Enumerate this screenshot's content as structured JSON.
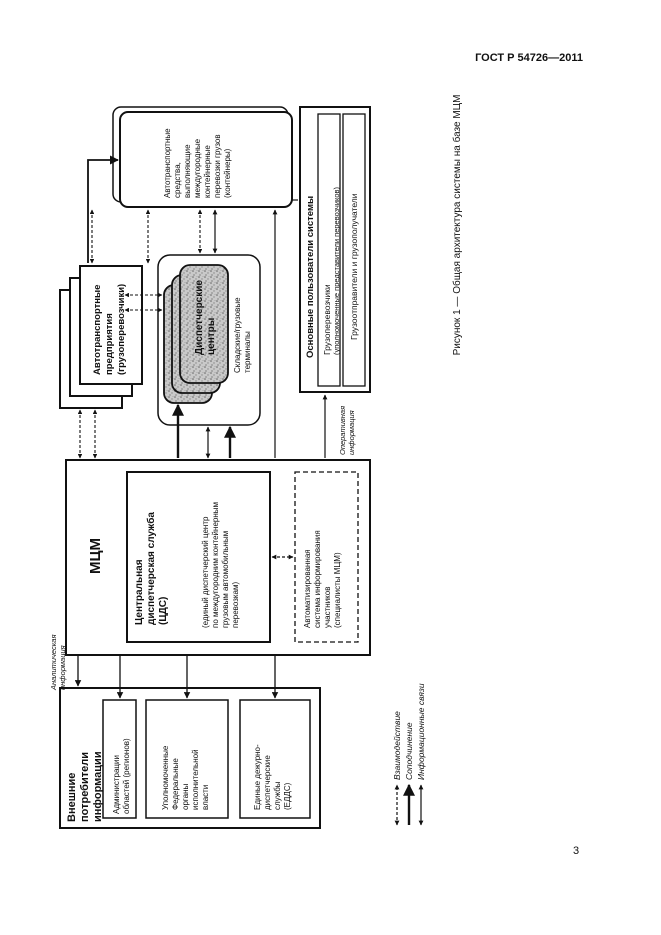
{
  "header": {
    "standard": "ГОСТ Р 54726—2011"
  },
  "caption": "Рисунок 1 — Общая архитектура системы на базе МЦМ",
  "page_number": "3",
  "diagram": {
    "ext": {
      "title": [
        "Внешние",
        "потребители",
        "информации"
      ],
      "admin": [
        "Администрации",
        "областей (регионов)"
      ],
      "federal": [
        "Уполномоченные",
        "Федеральные",
        "органы",
        "исполнительной",
        "власти"
      ],
      "edds": [
        "Единые дежурно-",
        "диспетчерские",
        "службы",
        "(ЕДДС)"
      ]
    },
    "mcm": {
      "title": "МЦМ",
      "cds_title": [
        "Центральная",
        "диспетчерская служба",
        "(ЦДС)"
      ],
      "cds_desc": [
        "(единый диспетчерский центр",
        "по междугородним контейнерным",
        "грузовым автомобильным",
        "перевозкам)"
      ],
      "asip": [
        "Автоматизированная",
        "система информирования",
        "участников",
        "(специалисты МЦМ)"
      ]
    },
    "analytic_info": [
      "Аналитическая",
      "информация"
    ],
    "operative_info": [
      "Оперативная",
      "информация"
    ],
    "ate": [
      "Автотранспортные",
      "предприятия",
      "(грузоперевозчики)"
    ],
    "dispatch": [
      "Диспетчерские",
      "центры"
    ],
    "warehouses": [
      "Складские/грузовые",
      "терминалы"
    ],
    "vehicles": [
      "Автотранспортные",
      "средства,",
      "выполняющие",
      "междугородные",
      "контейнерные",
      "перевозки грузов",
      "(контейнеры)"
    ],
    "users": {
      "title": "Основные пользователи системы",
      "carriers": [
        "Грузоперевозчики",
        "(уполномоченные представители перевозчиков)"
      ],
      "shippers": "Грузоотправители и грузополучатели"
    },
    "legend": {
      "interaction": "Взаимодействие",
      "subordination": "Соподчинение",
      "info_links": "Информационные связи"
    }
  }
}
